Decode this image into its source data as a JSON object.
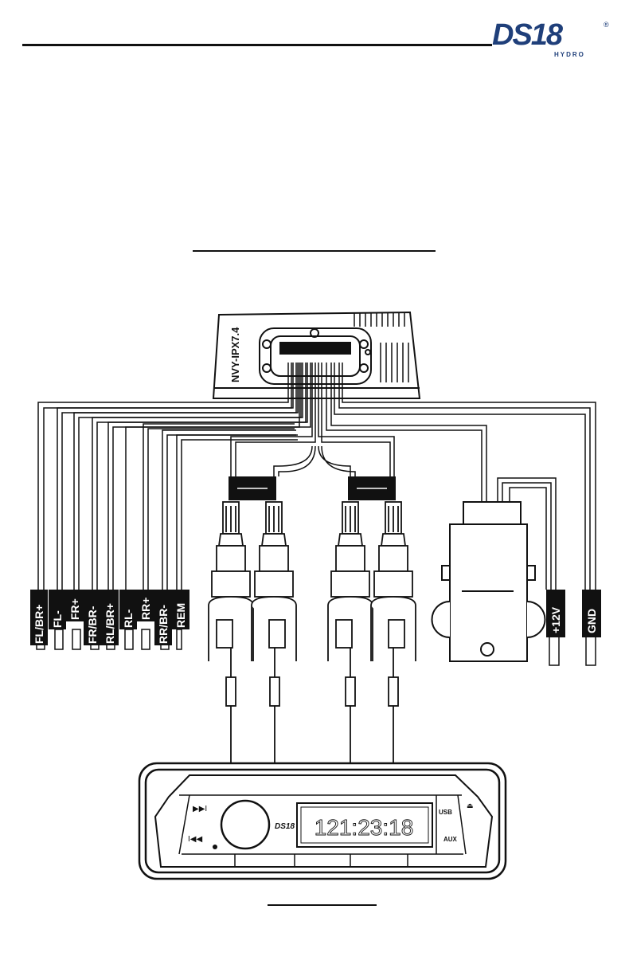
{
  "brand": {
    "logo_text": "DS18",
    "logo_sub": "HYDRO",
    "logo_mark": "®"
  },
  "amplifier": {
    "model": "NVY-IPX7.4"
  },
  "wire_labels": [
    "FL/BR+",
    "FL-",
    "FR+",
    "FR/BR-",
    "RL/BR+",
    "RL-",
    "RR+",
    "RR/BR-",
    "REM"
  ],
  "power_labels": {
    "positive": "+12V",
    "ground": "GND"
  },
  "head_unit": {
    "display": "121:23:18",
    "brand": "DS18",
    "usb_label": "USB",
    "aux_label": "AUX",
    "next_symbol": "▶▶I",
    "prev_symbol": "I◀◀",
    "eject_symbol": "⏏"
  },
  "colors": {
    "brand": "#1f3f7a",
    "ink": "#111111"
  }
}
